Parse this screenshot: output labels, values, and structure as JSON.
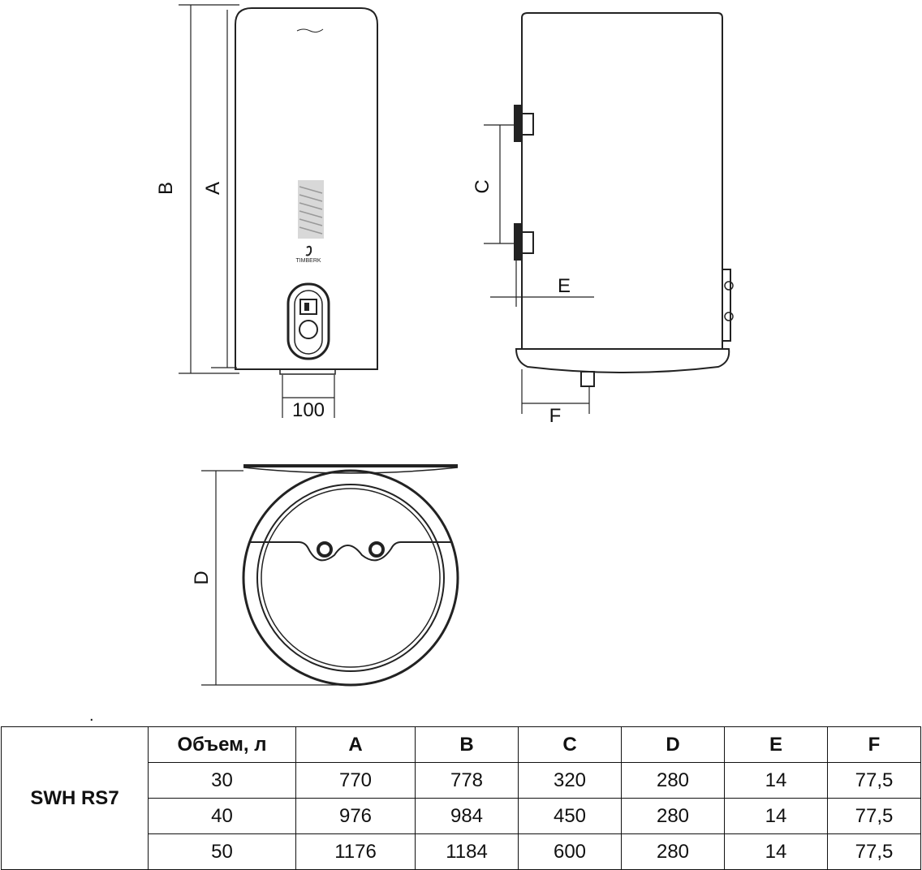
{
  "drawing": {
    "front_dims": {
      "outer": "B",
      "inner": "A",
      "bottom": "100"
    },
    "side_dims": {
      "pipe_spacing": "C",
      "offset": "E",
      "bottom": "F"
    },
    "top_dims": {
      "diameter": "D"
    },
    "brand_text": "TIMBERK"
  },
  "dot": ".",
  "table": {
    "model": "SWH RS7",
    "headers": [
      "Объем, л",
      "A",
      "B",
      "C",
      "D",
      "E",
      "F"
    ],
    "rows": [
      [
        "30",
        "770",
        "778",
        "320",
        "280",
        "14",
        "77,5"
      ],
      [
        "40",
        "976",
        "984",
        "450",
        "280",
        "14",
        "77,5"
      ],
      [
        "50",
        "1176",
        "1184",
        "600",
        "280",
        "14",
        "77,5"
      ]
    ]
  }
}
